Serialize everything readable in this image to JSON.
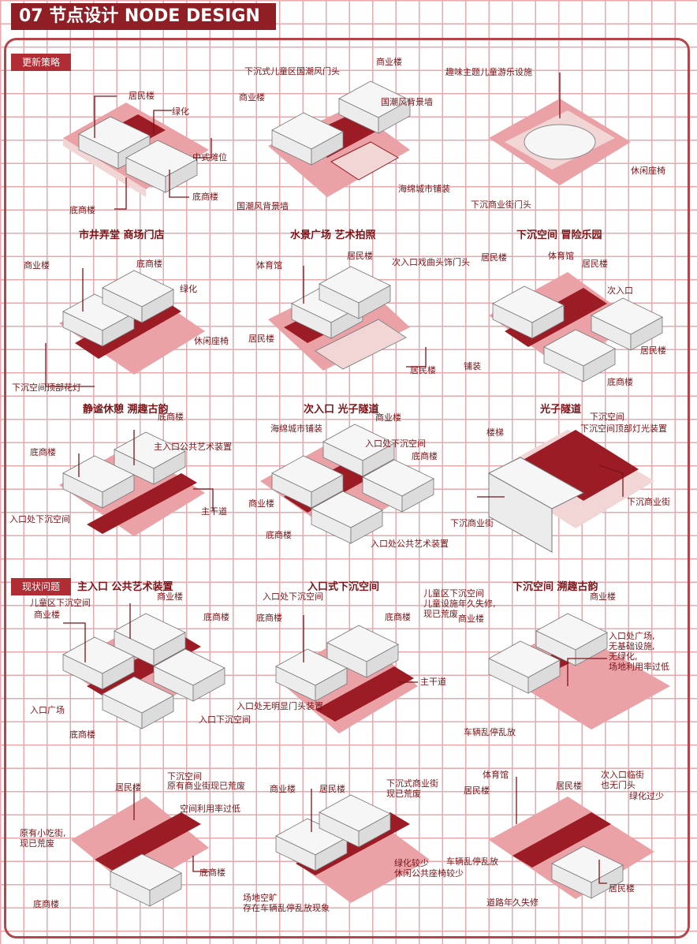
{
  "header": {
    "title": "07 节点设计 NODE DESIGN"
  },
  "sections": {
    "update": "更新策略",
    "status": "现状问题"
  },
  "colors": {
    "dark_red": "#9b1c24",
    "mid_red": "#d9545a",
    "pink": "#eaa2a6",
    "light": "#f2d6d6"
  },
  "titles": {
    "r1a": "市井弄堂 商场门店",
    "r1b": "水景广场 艺术拍照",
    "r1c": "下沉空间 冒险乐园",
    "r2a": "静谧休憩 溯趣古韵",
    "r2b": "次入口 光子隧道",
    "r2c": "光子隧道",
    "r3a": "主入口 公共艺术装置",
    "r3b": "入口式下沉空间",
    "r3c": "下沉空间 溯趣古韵"
  },
  "labels": {
    "a1": [
      "居民楼",
      "绿化",
      "中式摊位",
      "底商楼",
      "底商楼"
    ],
    "b1": [
      "商业楼",
      "下沉式儿童区国潮风门头",
      "商业楼",
      "国潮风背景墙",
      "海绵城市铺装",
      "国潮风背景墙"
    ],
    "c1": [
      "趣味主题儿童游乐设施",
      "休闲座椅",
      "下沉商业街门头"
    ],
    "a2": [
      "商业楼",
      "底商楼",
      "绿化",
      "休闲座椅",
      "下沉空间顶部花灯"
    ],
    "b2": [
      "体育馆",
      "居民楼",
      "次入口戏曲头饰门头",
      "居民楼",
      "居民楼"
    ],
    "c2": [
      "居民楼",
      "体育馆",
      "居民楼",
      "次入口",
      "居民楼",
      "铺装",
      "底商楼"
    ],
    "a3": [
      "底商楼",
      "底商楼",
      "主入口公共艺术装置",
      "入口处下沉空间",
      "主干道"
    ],
    "b3": [
      "海绵城市铺装",
      "商业楼",
      "入口处下沉空间",
      "底商楼",
      "商业楼",
      "底商楼",
      "入口处公共艺术装置"
    ],
    "c3": [
      "楼梯",
      "下沉空间",
      "下沉空间顶部灯光装置",
      "下沉商业街",
      "下沉商业街"
    ],
    "a4": [
      "儿童区下沉空间",
      "商业楼",
      "商业楼",
      "底商楼",
      "入口广场",
      "入口下沉空间",
      "底商楼"
    ],
    "b4": [
      "入口处下沉空间",
      "底商楼",
      "底商楼",
      "主干道",
      "入口处无明显门头装置"
    ],
    "c4": [
      "儿童区下沉空间",
      "儿童设施年久失修,",
      "现已荒废",
      "商业楼",
      "商业楼",
      "入口处广场,",
      "无基础设施,",
      "无绿化,",
      "场地利用率过低",
      "车辆乱停乱放"
    ],
    "a5": [
      "下沉空间",
      "原有商业街现已荒废",
      "居民楼",
      "空间利用率过低",
      "原有小吃街,",
      "现已荒废",
      "底商楼",
      "底商楼"
    ],
    "b5": [
      "商业楼",
      "居民楼",
      "下沉式商业街",
      "现已荒废",
      "绿化较少",
      "休闲公共座椅较少",
      "场地空旷",
      "存在车辆乱停乱放现象"
    ],
    "c5": [
      "体育馆",
      "次入口临街",
      "也无门头",
      "居民楼",
      "居民楼",
      "绿化过少",
      "车辆乱停乱放",
      "道路年久失修",
      "居民楼"
    ]
  }
}
